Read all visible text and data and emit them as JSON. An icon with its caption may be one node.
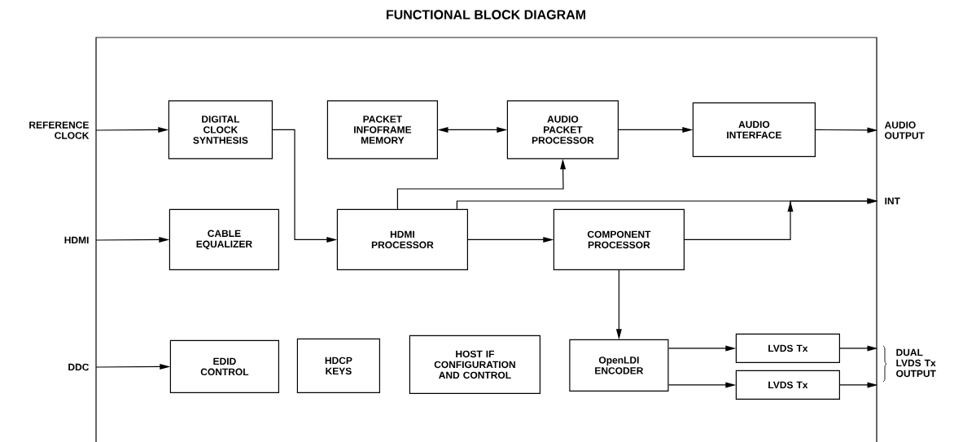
{
  "diagram": {
    "title": "FUNCTIONAL BLOCK DIAGRAM",
    "nodes": [
      {
        "text": [],
        "shape": "box"
      },
      {
        "text": [
          "REFERENCE CLOCK"
        ]
      },
      {
        "text": [
          "HDMI"
        ]
      },
      {
        "text": [
          "DDC"
        ]
      },
      {
        "text": [
          "DIGITAL CLOCK SYNTHESIS"
        ],
        "in": 0
      },
      {
        "text": [
          "PACKET INFOFRAME MEMORY"
        ],
        "in": 0
      },
      {
        "text": [
          "AUDIO PACKET PROCESSOR"
        ],
        "in": 0
      },
      {
        "text": [
          "AUDIO INTERFACE"
        ],
        "in": 0
      },
      {
        "text": [
          "AUDIO OUTPUT"
        ]
      },
      {
        "text": [
          "INT"
        ]
      },
      {
        "text": [
          "CABLE EQUALIZER"
        ],
        "in": 0
      },
      {
        "text": [
          "HDMI PROCESSOR"
        ],
        "in": 0
      },
      {
        "text": [
          "COMPONENT PROCESSOR"
        ],
        "in": 0
      },
      {
        "text": [
          "EDID CONTROL"
        ],
        "in": 0
      },
      {
        "text": [
          "HDCP KEYS"
        ],
        "in": 0
      },
      {
        "text": [
          "HOST IF CONFIGURATION AND CONTROL"
        ],
        "in": 0
      },
      {
        "text": [
          "OpenLDI ENCODER"
        ],
        "in": 0
      },
      {
        "text": [
          "LVDS Tx"
        ],
        "in": 0
      },
      {
        "text": [
          "LVDS Tx"
        ],
        "in": 0
      },
      {
        "text": [
          "DUAL LVDS Tx OUTPUT"
        ]
      }
    ],
    "edges": [
      {
        "from": 1,
        "to": 4,
        "arrow": "to"
      },
      {
        "from": 2,
        "to": 10,
        "arrow": "to"
      },
      {
        "from": 3,
        "to": 13,
        "arrow": "to"
      },
      {
        "from": 4,
        "to": 11,
        "arrow": "to"
      },
      {
        "from": 5,
        "to": 6,
        "arrow": "both"
      },
      {
        "from": 6,
        "to": 7,
        "arrow": "to"
      },
      {
        "from": 7,
        "to": 8,
        "arrow": "to"
      },
      {
        "from": 11,
        "to": 6,
        "arrow": "to"
      },
      {
        "from": 11,
        "to": 9,
        "arrow": "to"
      },
      {
        "from": 11,
        "to": 12,
        "arrow": "to"
      },
      {
        "from": 12,
        "to": 9,
        "arrow": "to"
      },
      {
        "from": 12,
        "to": 16,
        "arrow": "to"
      },
      {
        "from": 16,
        "to": 17,
        "arrow": "to"
      },
      {
        "from": 16,
        "to": 18,
        "arrow": "to"
      },
      {
        "from": 17,
        "to": 19,
        "arrow": "to"
      },
      {
        "from": 18,
        "to": 19,
        "arrow": "to"
      }
    ]
  }
}
